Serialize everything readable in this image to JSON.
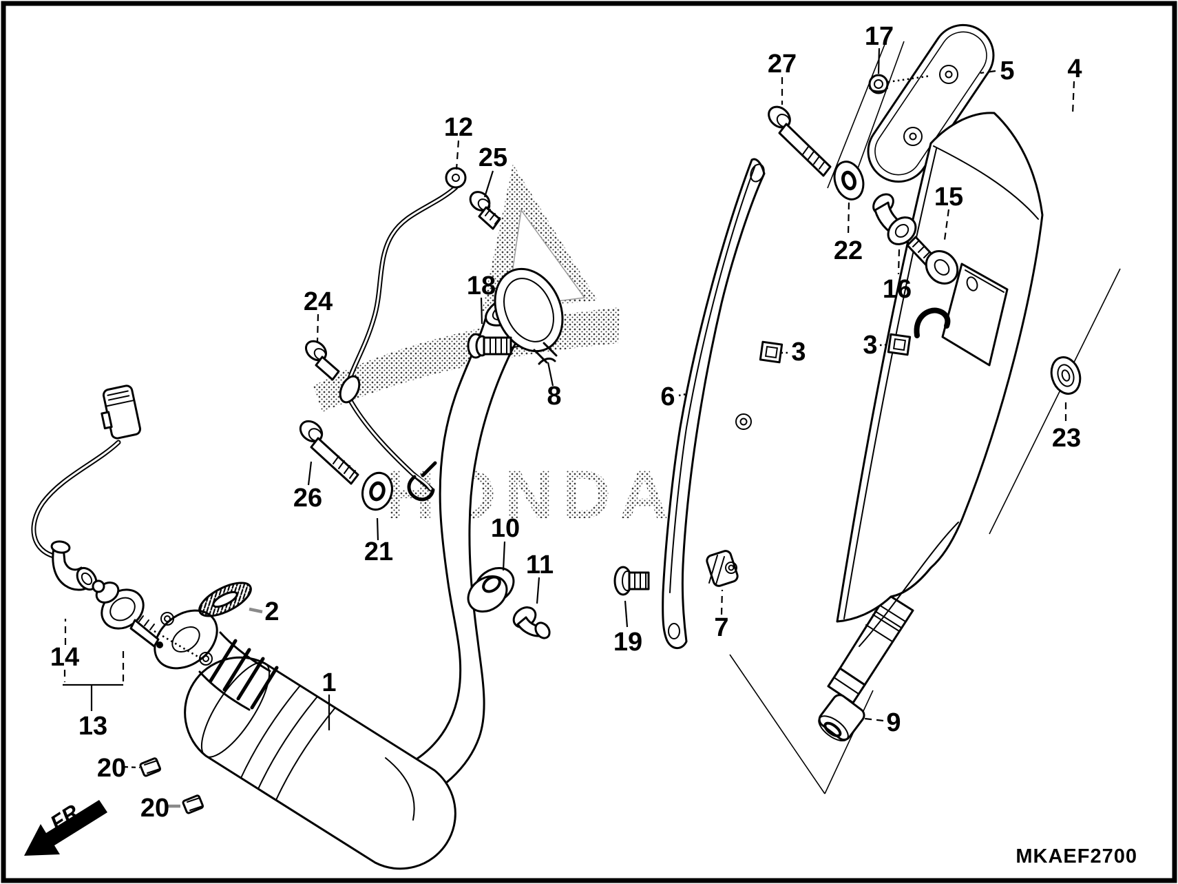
{
  "diagram_code": "MKAEF2700",
  "front_marker": "FR.",
  "watermark": "HONDA",
  "colors": {
    "line": "#000000",
    "background": "#ffffff",
    "border": "#000000",
    "watermark_dot": "#3a3a3a"
  },
  "callouts": [
    {
      "label": "1"
    },
    {
      "label": "2"
    },
    {
      "label": "3"
    },
    {
      "label": "3"
    },
    {
      "label": "4"
    },
    {
      "label": "5"
    },
    {
      "label": "6"
    },
    {
      "label": "7"
    },
    {
      "label": "8"
    },
    {
      "label": "9"
    },
    {
      "label": "10"
    },
    {
      "label": "11"
    },
    {
      "label": "12"
    },
    {
      "label": "13"
    },
    {
      "label": "14"
    },
    {
      "label": "15"
    },
    {
      "label": "16"
    },
    {
      "label": "17"
    },
    {
      "label": "18"
    },
    {
      "label": "19"
    },
    {
      "label": "20"
    },
    {
      "label": "20"
    },
    {
      "label": "21"
    },
    {
      "label": "22"
    },
    {
      "label": "23"
    },
    {
      "label": "24"
    },
    {
      "label": "25"
    },
    {
      "label": "26"
    },
    {
      "label": "27"
    }
  ]
}
